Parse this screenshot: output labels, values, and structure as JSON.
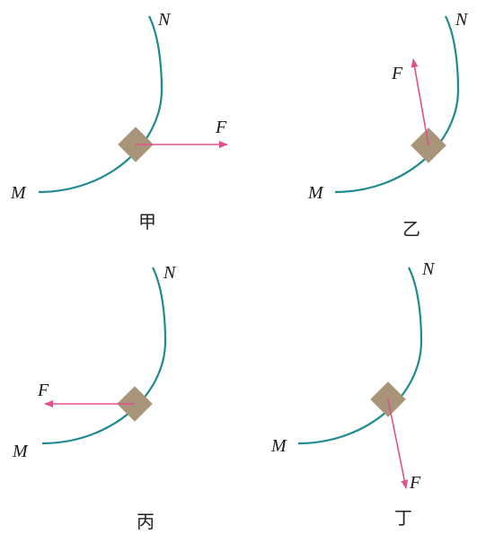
{
  "colors": {
    "track": "#1f8a8f",
    "force": "#e0508a",
    "block": "#a89478",
    "text": "#1a1a1a"
  },
  "panels": [
    {
      "caption": "甲",
      "start_label": "M",
      "end_label": "N",
      "force_label": "F",
      "force_direction": "right (horizontal)"
    },
    {
      "caption": "乙",
      "start_label": "M",
      "end_label": "N",
      "force_label": "F",
      "force_direction": "up-left"
    },
    {
      "caption": "丙",
      "start_label": "M",
      "end_label": "N",
      "force_label": "F",
      "force_direction": "left (horizontal)"
    },
    {
      "caption": "丁",
      "start_label": "M",
      "end_label": "N",
      "force_label": "F",
      "force_direction": "down"
    }
  ]
}
